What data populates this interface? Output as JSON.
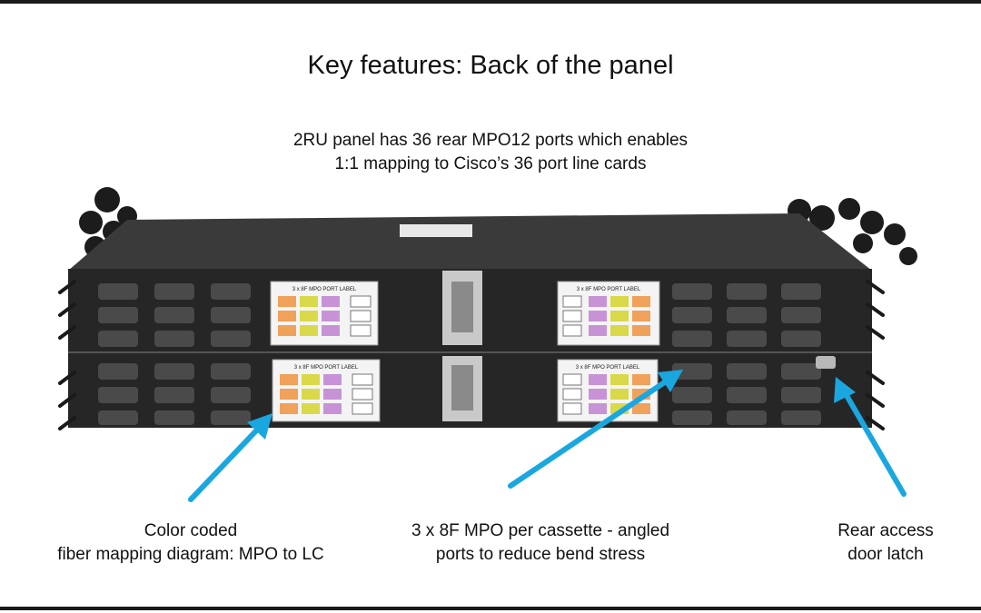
{
  "slide": {
    "title": "Key features: Back of the panel",
    "subtitle": {
      "line1": "2RU panel has 36 rear MPO12 ports which enables",
      "line2": "1:1 mapping to Cisco’s 36 port line cards"
    },
    "callouts": [
      {
        "line1": "Color coded",
        "line2": "fiber mapping diagram: MPO to LC"
      },
      {
        "line1": "3 x 8F MPO per cassette - angled",
        "line2": "ports to reduce bend stress"
      },
      {
        "line1": "Rear access",
        "line2": "door latch"
      }
    ],
    "port_label_title": "3 x 8F MPO PORT LABEL",
    "colors": {
      "frame": "#1a1a1a",
      "arrow": "#1aa7e0",
      "panel": "#2b2b2b",
      "label_orange": "#f0a15a",
      "label_yellow": "#d9d94a",
      "label_purple": "#c793d6"
    }
  }
}
